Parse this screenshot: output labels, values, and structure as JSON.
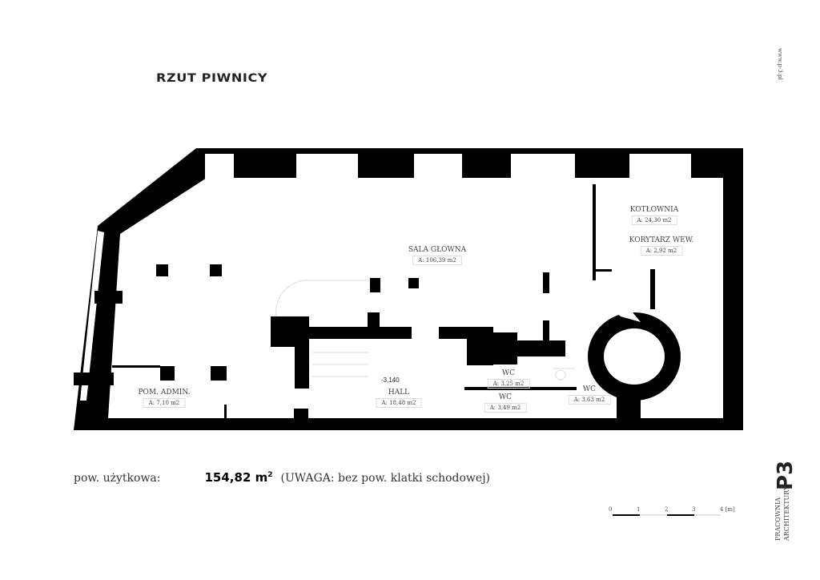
{
  "title": "RZUT PIWNICY",
  "website": "www.p-3.pl",
  "rooms": [
    {
      "name": "KOTŁOWNIA",
      "area": "A:  24,30 m2"
    },
    {
      "name": "KORYTARZ WEW.",
      "area": "A: 2,92 m2"
    },
    {
      "name": "SALA GŁÓWNA",
      "area": "A:  106,39 m2"
    },
    {
      "name": "POM. ADMIN.",
      "area": "A: 7,10 m2"
    },
    {
      "name": "HALL",
      "area": "A: 18,48 m2"
    },
    {
      "name": "WC",
      "area": "A: 3,25 m2"
    },
    {
      "name": "WC",
      "area": "A: 3,49 m2"
    },
    {
      "name": "WC",
      "area": "A: 3,63 m2"
    }
  ],
  "level": "-3,140",
  "summary": {
    "label": "pow. użytkowa:",
    "value": "154,82 m",
    "unit_sup": "2",
    "note": "(UWAGA: bez pow. klatki schodowej)"
  },
  "scale": {
    "ticks": [
      "0",
      "1",
      "2",
      "3",
      "4 [m]"
    ]
  },
  "logo": {
    "mark": "P3",
    "line1": "PRACOWNIA",
    "line2": "ARCHITEKTURY"
  }
}
